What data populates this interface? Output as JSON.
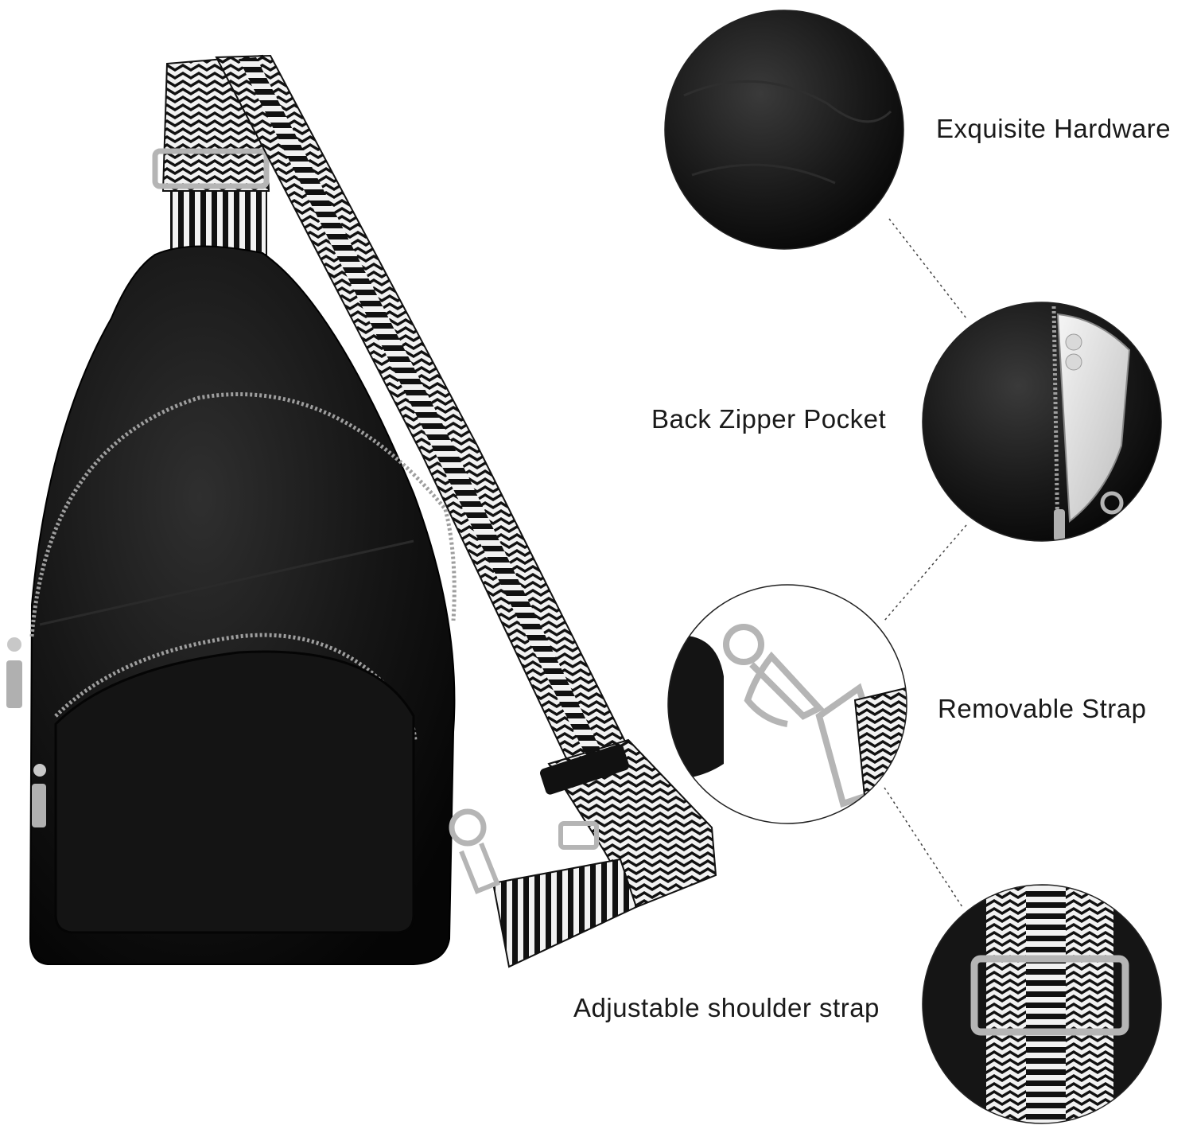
{
  "features": [
    {
      "id": "hardware",
      "label": "Exquisite Hardware"
    },
    {
      "id": "pocket",
      "label": "Back Zipper Pocket"
    },
    {
      "id": "strap",
      "label": "Removable Strap"
    },
    {
      "id": "adjust",
      "label": "Adjustable shoulder strap"
    }
  ],
  "colors": {
    "background": "#ffffff",
    "leather": "#141414",
    "strap_dark": "#111111",
    "strap_light": "#f2f2f2",
    "metal": "#bdbdbd"
  }
}
